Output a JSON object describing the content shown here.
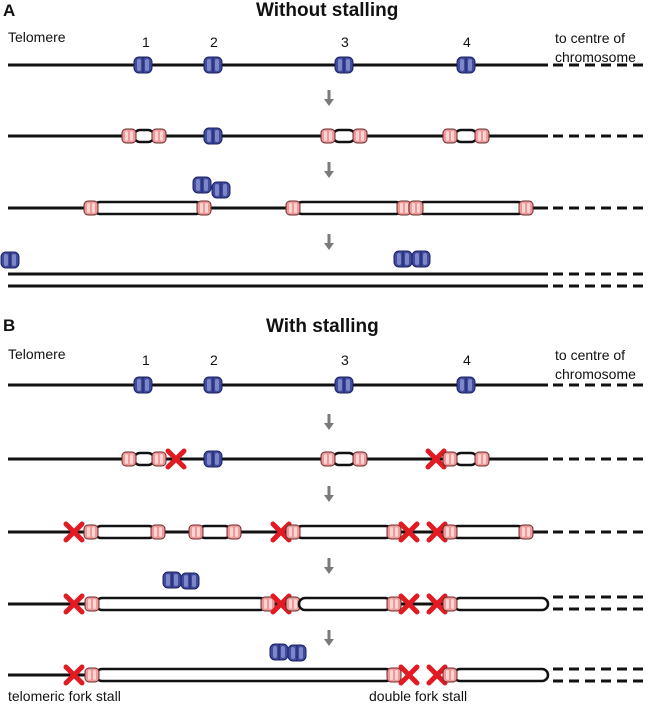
{
  "panel_a": {
    "letter": "A",
    "title": "Without stalling",
    "left_label": "Telomere",
    "right_label_line1": "to centre of",
    "right_label_line2": "chromosome",
    "origin_numbers": [
      "1",
      "2",
      "3",
      "4"
    ]
  },
  "panel_b": {
    "letter": "B",
    "title": "With stalling",
    "left_label": "Telomere",
    "right_label_line1": "to centre of",
    "right_label_line2": "chromosome",
    "origin_numbers": [
      "1",
      "2",
      "3",
      "4"
    ],
    "bottom_left_label": "telomeric fork stall",
    "bottom_right_label": "double fork stall"
  },
  "colors": {
    "line": "#111111",
    "origin_blue": "#3f4b9e",
    "origin_blue_light": "#7d86c6",
    "fork_pink": "#ef9a9a",
    "fork_pink_light": "#fbd4d4",
    "stall_red": "#e21b23",
    "arrow_gray": "#7a7a7a"
  }
}
